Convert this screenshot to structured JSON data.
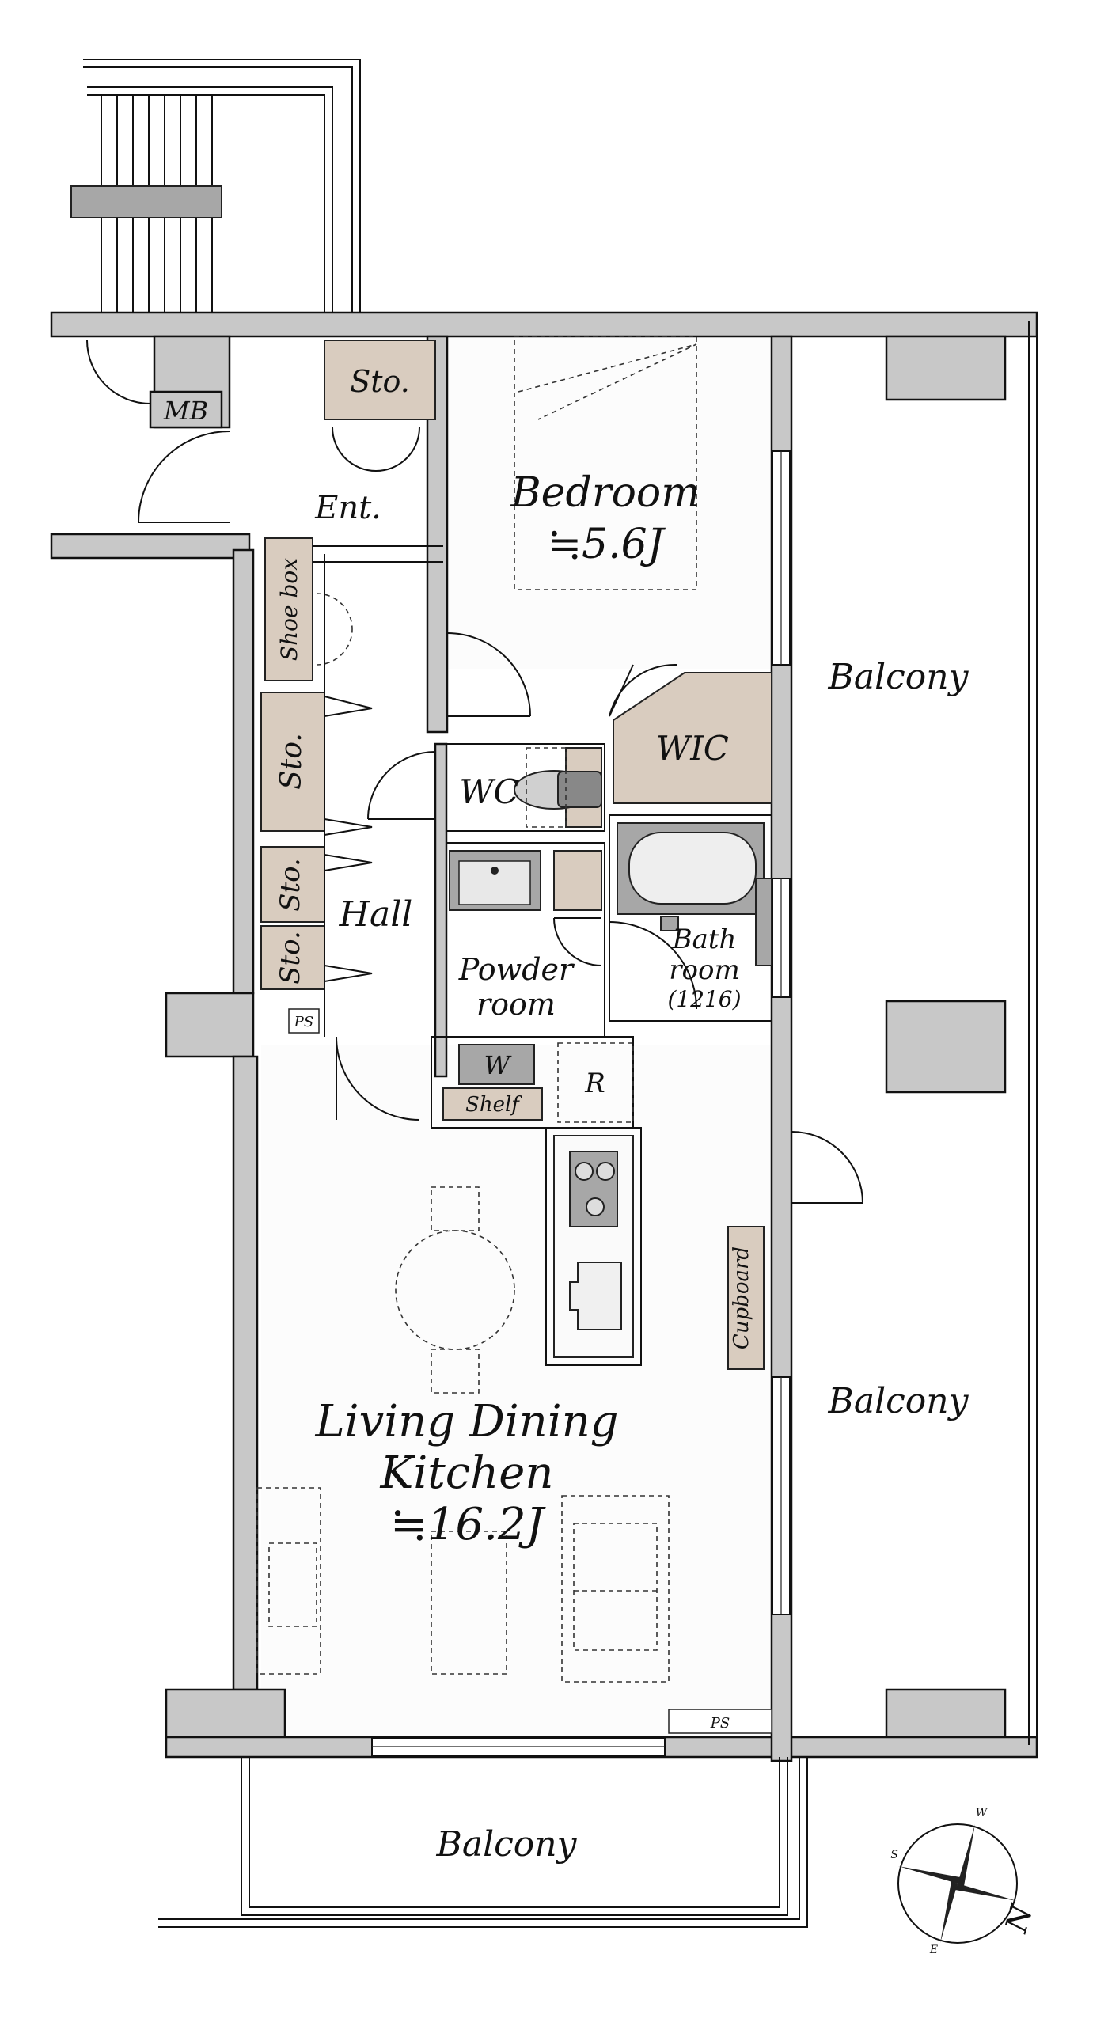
{
  "rooms": {
    "mb": "MB",
    "storage_top": "Sto.",
    "entrance": "Ent.",
    "bedroom": "Bedroom",
    "bedroom_size": "≒5.6J",
    "shoe_box": "Shoe box",
    "storage_left_1": "Sto.",
    "storage_left_2": "Sto.",
    "storage_left_3": "Sto.",
    "wc": "WC",
    "wic": "WIC",
    "hall": "Hall",
    "powder_room_line1": "Powder",
    "powder_room_line2": "room",
    "bathroom_line1": "Bath",
    "bathroom_line2": "room",
    "bathroom_size": "(1216)",
    "ps_top": "PS",
    "washer": "W",
    "shelf": "Shelf",
    "refrigerator": "R",
    "cupboard": "Cupboard",
    "ldk_line1": "Living Dining",
    "ldk_line2": "Kitchen",
    "ldk_size": "≒16.2J",
    "ps_bottom": "PS",
    "balcony_upper": "Balcony",
    "balcony_middle": "Balcony",
    "balcony_bottom": "Balcony"
  },
  "compass": {
    "north": "N",
    "south": "S",
    "east": "E",
    "west": "W"
  },
  "colors": {
    "wall_fill": "#c8c8c8",
    "storage_fill": "#d9ccbf",
    "fixture_fill": "#a7a7a7",
    "line": "#111111"
  }
}
